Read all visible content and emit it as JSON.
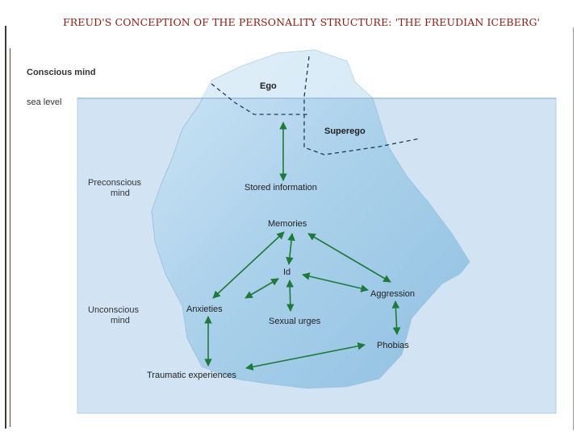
{
  "title": "FREUD'S CONCEPTION OF THE PERSONALITY STRUCTURE: 'THE FREUDIAN ICEBERG'",
  "side_labels": {
    "conscious": "Conscious mind",
    "sea_level": "sea level",
    "preconscious_1": "Preconscious",
    "preconscious_2": "mind",
    "unconscious_1": "Unconscious",
    "unconscious_2": "mind"
  },
  "nodes": {
    "ego": "Ego",
    "superego": "Superego",
    "stored_information": "Stored information",
    "memories": "Memories",
    "id": "Id",
    "anxieties": "Anxieties",
    "sexual_urges": "Sexual urges",
    "aggression": "Aggression",
    "phobias": "Phobias",
    "traumatic_experiences": "Traumatic experiences"
  },
  "colors": {
    "title": "#8b1a10",
    "water": "#d2e4f4",
    "ice": "#a9cfea",
    "arrow": "#1e7a3a"
  }
}
